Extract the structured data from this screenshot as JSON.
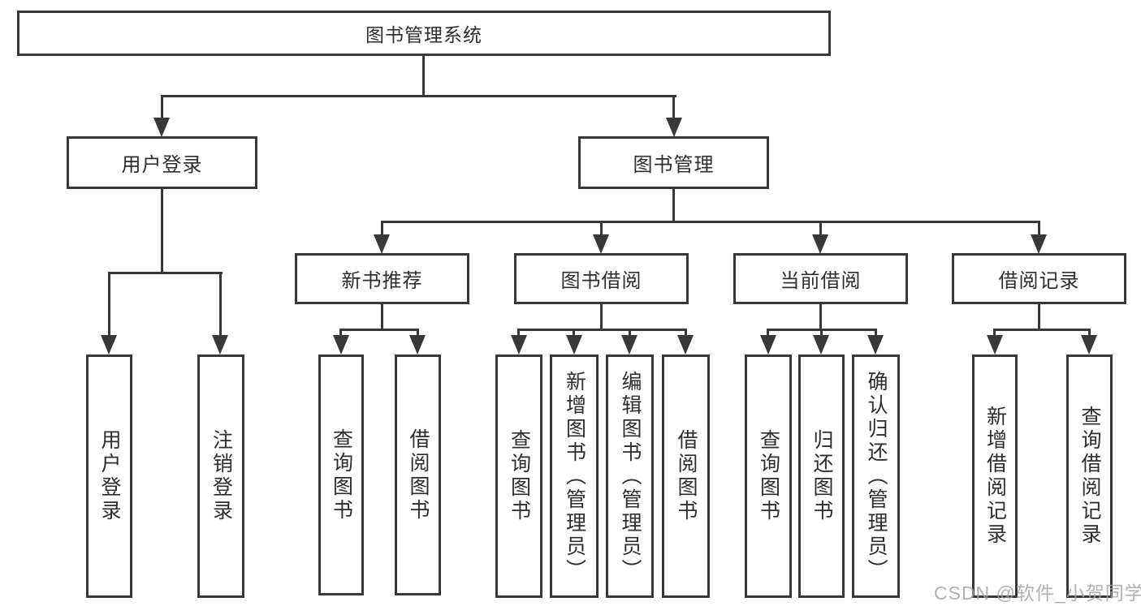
{
  "diagram": {
    "root": {
      "label": "图书管理系统"
    },
    "branches": [
      {
        "label": "用户登录",
        "children": [
          {
            "label": "用户登录"
          },
          {
            "label": "注销登录"
          }
        ]
      },
      {
        "label": "图书管理",
        "children": [
          {
            "label": "新书推荐",
            "children": [
              {
                "label": "查询图书"
              },
              {
                "label": "借阅图书"
              }
            ]
          },
          {
            "label": "图书借阅",
            "children": [
              {
                "label": "查询图书"
              },
              {
                "label": "新增图书（管理员）"
              },
              {
                "label": "编辑图书（管理员）"
              },
              {
                "label": "借阅图书"
              }
            ]
          },
          {
            "label": "当前借阅",
            "children": [
              {
                "label": "查询图书"
              },
              {
                "label": "归还图书"
              },
              {
                "label": "确认归还（管理员）"
              }
            ]
          },
          {
            "label": "借阅记录",
            "children": [
              {
                "label": "新增借阅记录"
              },
              {
                "label": "查询借阅记录"
              }
            ]
          }
        ]
      }
    ]
  },
  "watermark": {
    "text": "CSDN @软件_小贺同学"
  },
  "colors": {
    "line": "#383838",
    "text": "#2d2d2d",
    "watermark": "#a5a5a5",
    "background": "#ffffff"
  }
}
